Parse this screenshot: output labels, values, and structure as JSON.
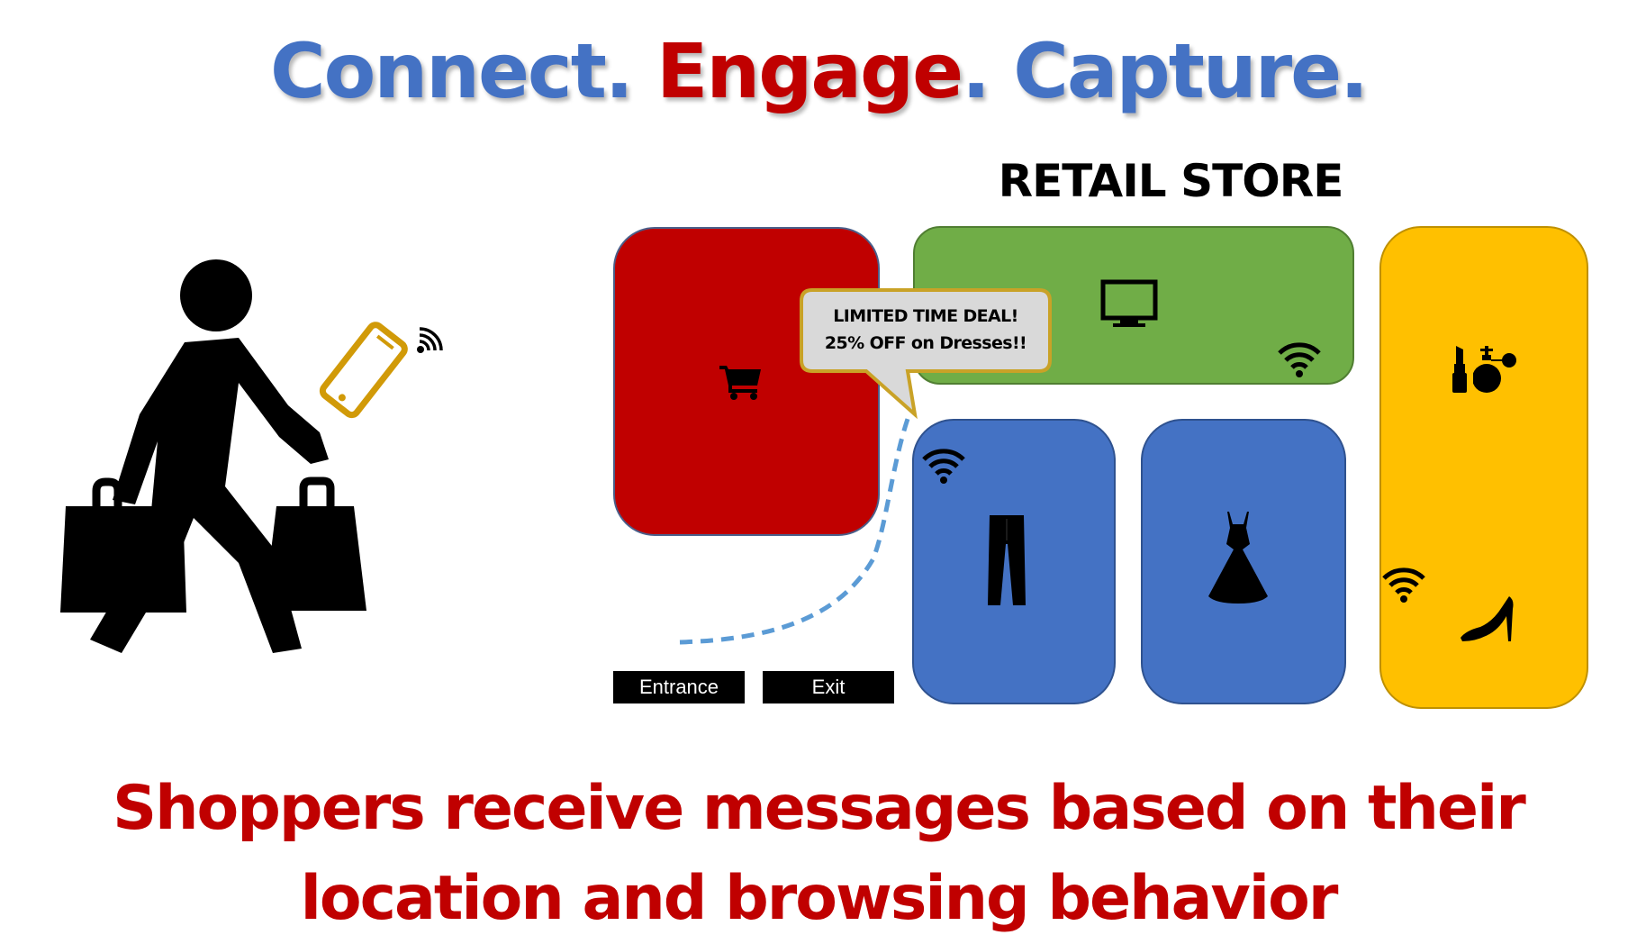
{
  "headline": {
    "parts": [
      {
        "text": "Connect.",
        "color": "#4472c4"
      },
      {
        "text": " ",
        "color": "#4472c4"
      },
      {
        "text": "Engage",
        "color": "#c00000"
      },
      {
        "text": ". Capture.",
        "color": "#4472c4"
      }
    ]
  },
  "store": {
    "title": "RETAIL STORE",
    "zones": [
      {
        "name": "checkout",
        "color": "#c00000",
        "icon": "shopping-cart-icon"
      },
      {
        "name": "electronics",
        "color": "#70ad47",
        "icon": "monitor-icon",
        "beacon": "wifi-icon"
      },
      {
        "name": "mens-apparel",
        "color": "#4472c4",
        "icon": "pants-icon",
        "beacon": "wifi-icon"
      },
      {
        "name": "womens-apparel",
        "color": "#4472c4",
        "icon": "dress-icon"
      },
      {
        "name": "cosmetics-shoes",
        "color": "#ffc000",
        "icons": [
          "lipstick-icon",
          "perfume-icon",
          "high-heel-icon"
        ],
        "beacon": "wifi-icon"
      }
    ],
    "doors": {
      "entrance": "Entrance",
      "exit": "Exit"
    }
  },
  "callout": {
    "line1": "LIMITED TIME DEAL!",
    "line2": "25% OFF on Dresses!!"
  },
  "shopper": {
    "icon": "shopper-icon",
    "phone_icon": "smartphone-icon",
    "signal_icon": "signal-icon",
    "phone_color": "#d19a08"
  },
  "path": {
    "style": "dashed",
    "color": "#5b9bd5"
  },
  "caption": {
    "line1": "Shoppers receive messages based on their",
    "line2": "location and browsing behavior"
  }
}
